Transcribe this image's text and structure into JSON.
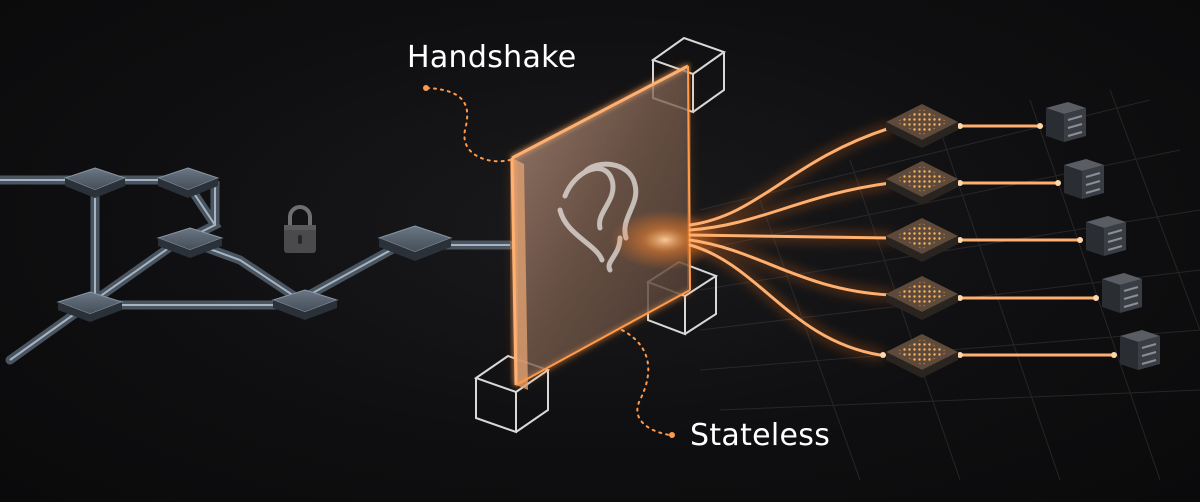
{
  "labels": {
    "handshake": "Handshake",
    "stateless": "Stateless"
  },
  "colors": {
    "background": "#0c0c0e",
    "accent": "#ff9a4a",
    "accent_glow": "#ff7a1a",
    "network": "#8fa6bd",
    "node": "#3c444e",
    "wireframe": "#d8d8d8"
  },
  "icons": {
    "lock": "lock-icon",
    "gateway_logo": "gateway-logo-icon",
    "server": "server-icon",
    "chip": "chip-icon"
  },
  "counts": {
    "output_routes": 5
  }
}
